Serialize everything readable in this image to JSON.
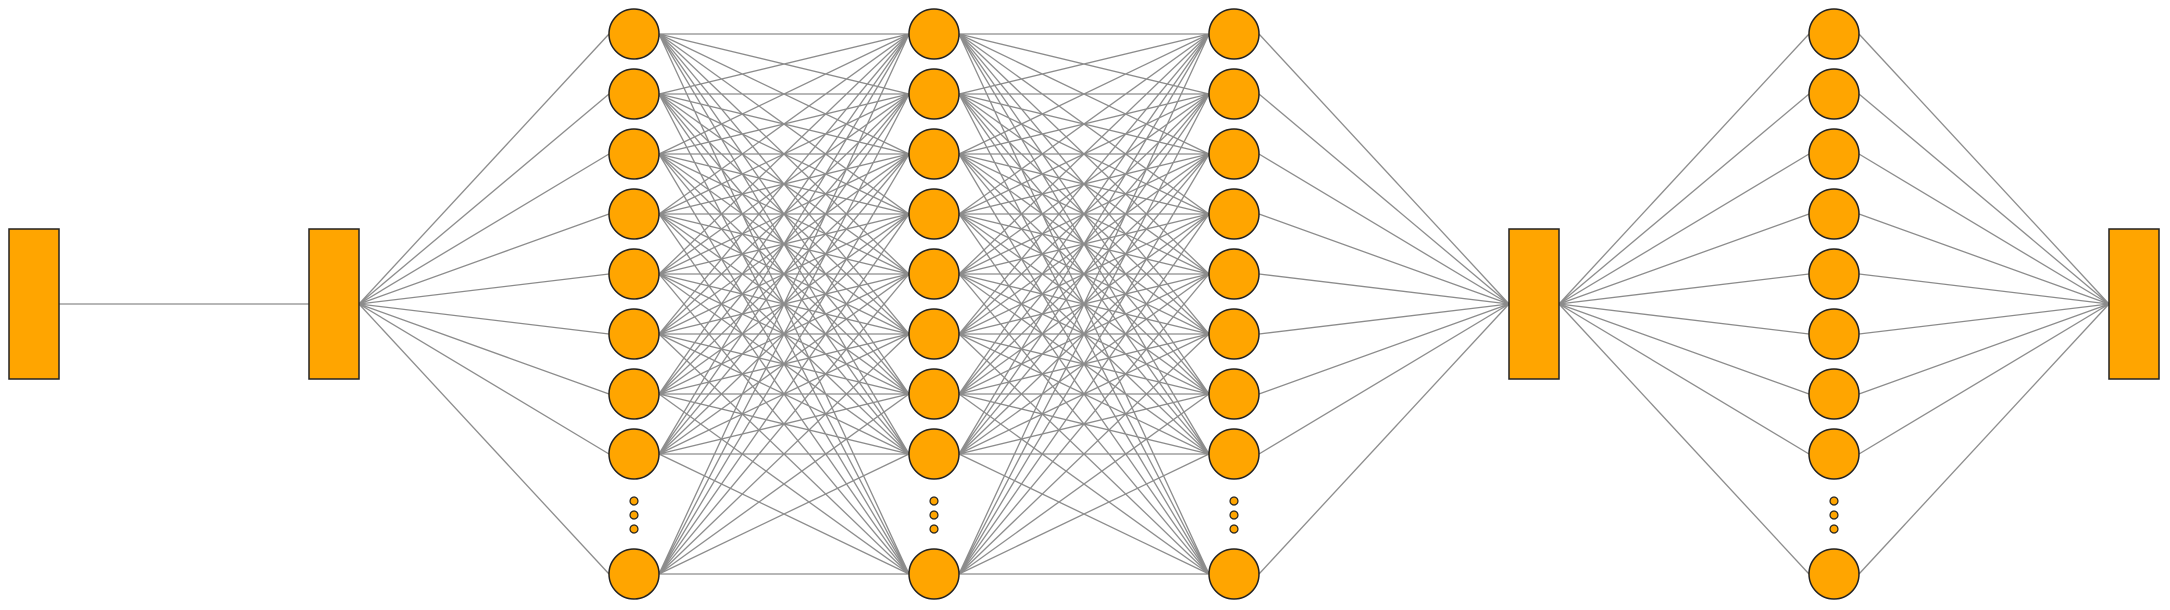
{
  "diagram": {
    "kind": "neural-network",
    "colors": {
      "node_fill": "#FFA500",
      "node_stroke": "#222222",
      "edge": "#8c8c8c",
      "background": "#ffffff"
    },
    "layers": [
      {
        "id": "input-block",
        "type": "block"
      },
      {
        "id": "embedding-block",
        "type": "block"
      },
      {
        "id": "hidden-layer-1",
        "type": "neurons",
        "visible_neurons": 9,
        "ellipsis": true
      },
      {
        "id": "hidden-layer-2",
        "type": "neurons",
        "visible_neurons": 9,
        "ellipsis": true
      },
      {
        "id": "hidden-layer-3",
        "type": "neurons",
        "visible_neurons": 9,
        "ellipsis": true
      },
      {
        "id": "bottleneck-block",
        "type": "block"
      },
      {
        "id": "hidden-layer-4",
        "type": "neurons",
        "visible_neurons": 9,
        "ellipsis": true
      },
      {
        "id": "output-block",
        "type": "block"
      }
    ],
    "connections": [
      {
        "from": 0,
        "to": 1,
        "pattern": "single"
      },
      {
        "from": 1,
        "to": 2,
        "pattern": "fan-out"
      },
      {
        "from": 2,
        "to": 3,
        "pattern": "dense"
      },
      {
        "from": 3,
        "to": 4,
        "pattern": "dense"
      },
      {
        "from": 4,
        "to": 5,
        "pattern": "fan-in"
      },
      {
        "from": 5,
        "to": 6,
        "pattern": "fan-out"
      },
      {
        "from": 6,
        "to": 7,
        "pattern": "fan-in"
      }
    ]
  }
}
